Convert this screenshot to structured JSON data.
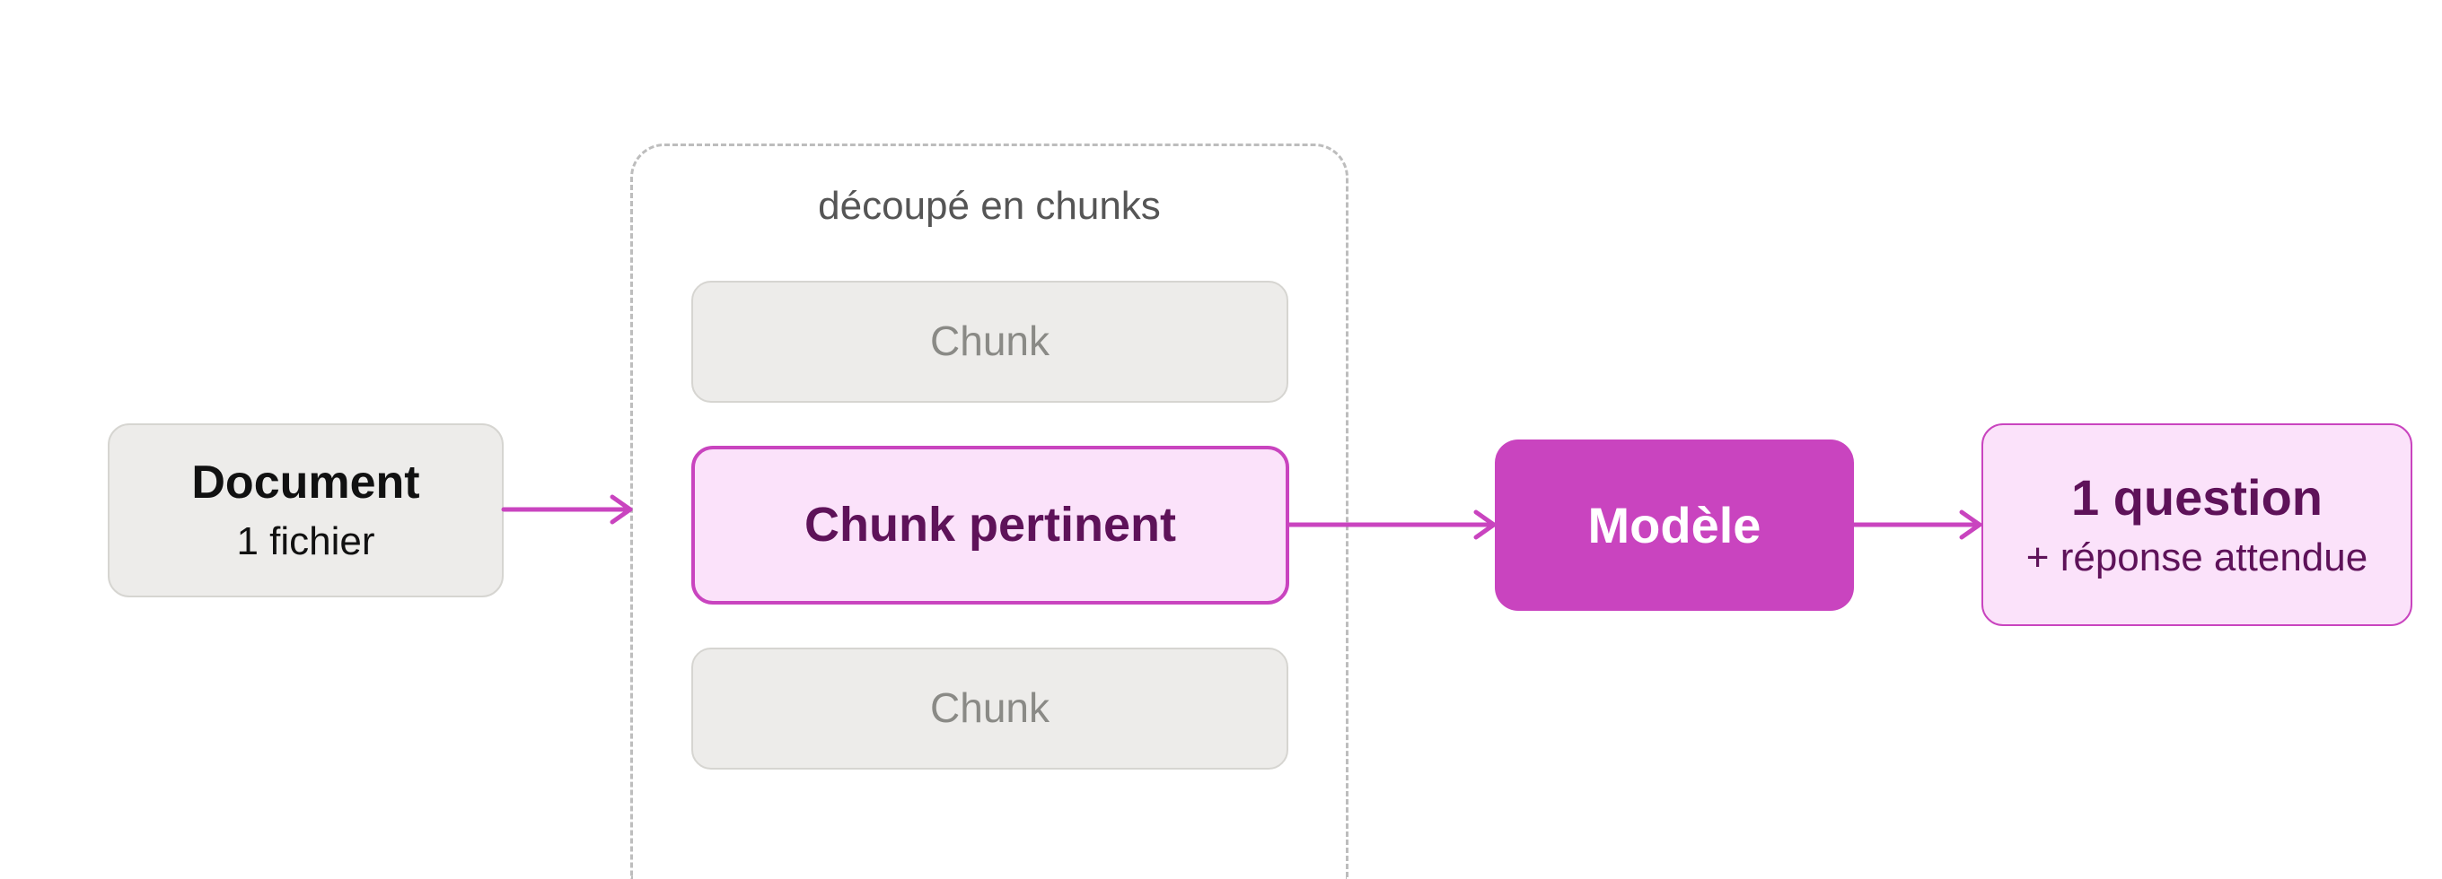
{
  "colors": {
    "accent": "#c944bf",
    "accent_light": "#fbe2fa",
    "accent_text": "#5e1259",
    "neutral_fill": "#edecea",
    "neutral_border": "#d6d5d1",
    "muted_text": "#8a8a86",
    "dashed_border": "#bdbdbd"
  },
  "diagram": {
    "document": {
      "title": "Document",
      "subtitle": "1 fichier"
    },
    "chunks_group": {
      "label": "découpé en chunks",
      "chunk_top": "Chunk",
      "chunk_relevant": "Chunk pertinent",
      "chunk_bottom": "Chunk"
    },
    "model": {
      "label": "Modèle"
    },
    "output": {
      "title": "1 question",
      "subtitle": "+ réponse attendue"
    }
  }
}
